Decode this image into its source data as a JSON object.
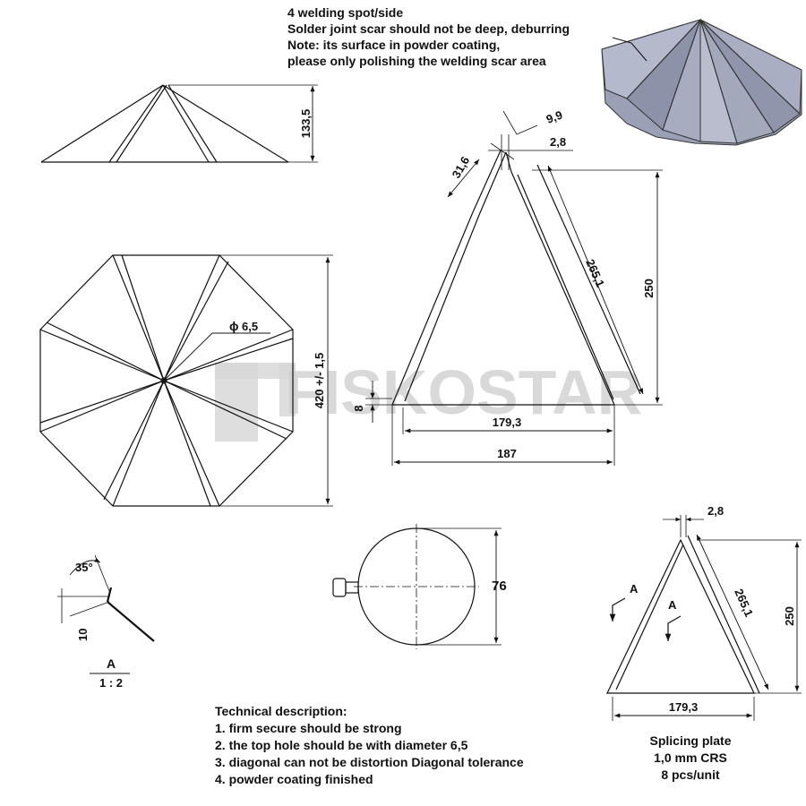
{
  "notes": [
    "4 welding spot/side",
    "Solder joint scar should not be deep, deburring",
    "Note: its surface in powder coating,",
    "please only polishing the welding scar area"
  ],
  "side_view": {
    "height": "133,5"
  },
  "top_view": {
    "hole_diameter": "6,5",
    "diameter_symbol": "ϕ",
    "width": "420 +/- 1,5"
  },
  "panel": {
    "top_width": "9,9",
    "gap": "2,8",
    "flange": "31,6",
    "edge_length": "265,1",
    "height": "250",
    "base_offset": "8",
    "base_inner": "179,3",
    "base_outer": "187"
  },
  "section_detail": {
    "angle": "35°",
    "length": "10",
    "label": "A",
    "scale": "1 : 2"
  },
  "cap": {
    "diameter": "76"
  },
  "splice_plate": {
    "gap": "2,8",
    "edge_length": "265,1",
    "height": "250",
    "base": "179,3",
    "section_mark_left": "A",
    "section_mark_right": "A"
  },
  "splice_caption": [
    "Splicing plate",
    "1,0 mm CRS",
    "8 pcs/unit"
  ],
  "technical": {
    "title": "Technical description:",
    "items": [
      "1. firm secure should be strong",
      "2. the top hole should be with diameter 6,5",
      "3. diagonal can not be distortion Diagonal tolerance",
      "4. powder coating finished"
    ]
  },
  "watermark": "FISKOSTAR"
}
